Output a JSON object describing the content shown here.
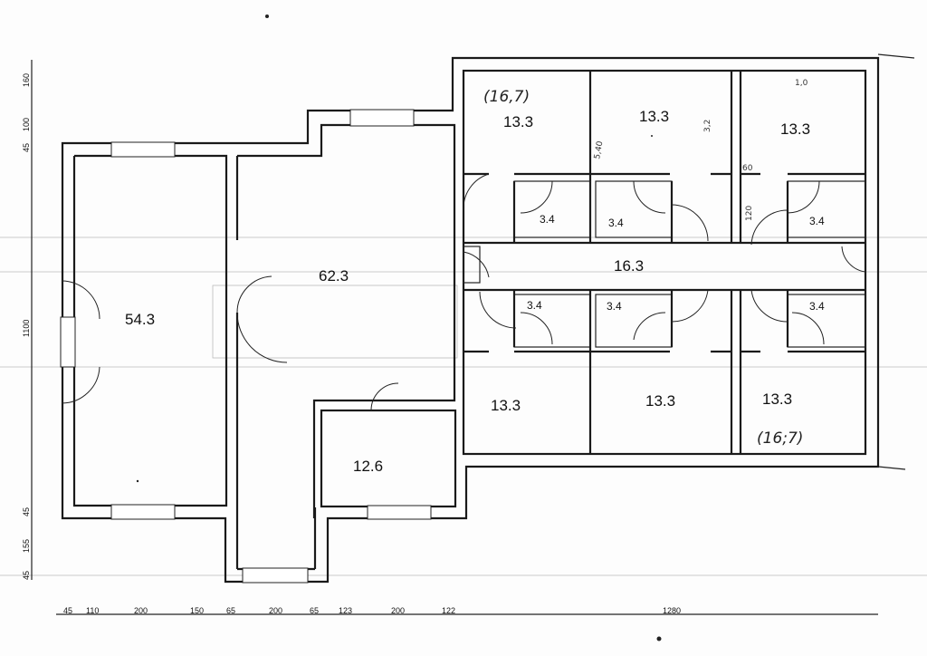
{
  "rooms": {
    "r_left": "54.3",
    "r_hall": "62.3",
    "r_small": "12.6",
    "r_corridor": "16.3",
    "r_top1": "13.3",
    "r_top2": "13.3",
    "r_top3": "13.3",
    "r_bot1": "13.3",
    "r_bot2": "13.3",
    "r_bot3": "13.3",
    "b_t1": "3.4",
    "b_t2": "3.4",
    "b_t3": "3.4",
    "b_b1": "3.4",
    "b_b2": "3.4",
    "b_b3": "3.4"
  },
  "handwritten": {
    "top_note": "(16,7)",
    "bottom_note": "(16;7)",
    "n1": "5,40",
    "n2": "3,2",
    "n3": "60",
    "n4": "120",
    "n5": "1,0"
  },
  "dimensions": {
    "bottom": [
      "45",
      "110",
      "200",
      "150",
      "65",
      "200",
      "65",
      "123",
      "200",
      "122",
      "1280"
    ],
    "left_top": [
      "160",
      "100",
      "45"
    ],
    "left_mid": "1100",
    "left_bottom": [
      "45",
      "155",
      "45"
    ]
  }
}
